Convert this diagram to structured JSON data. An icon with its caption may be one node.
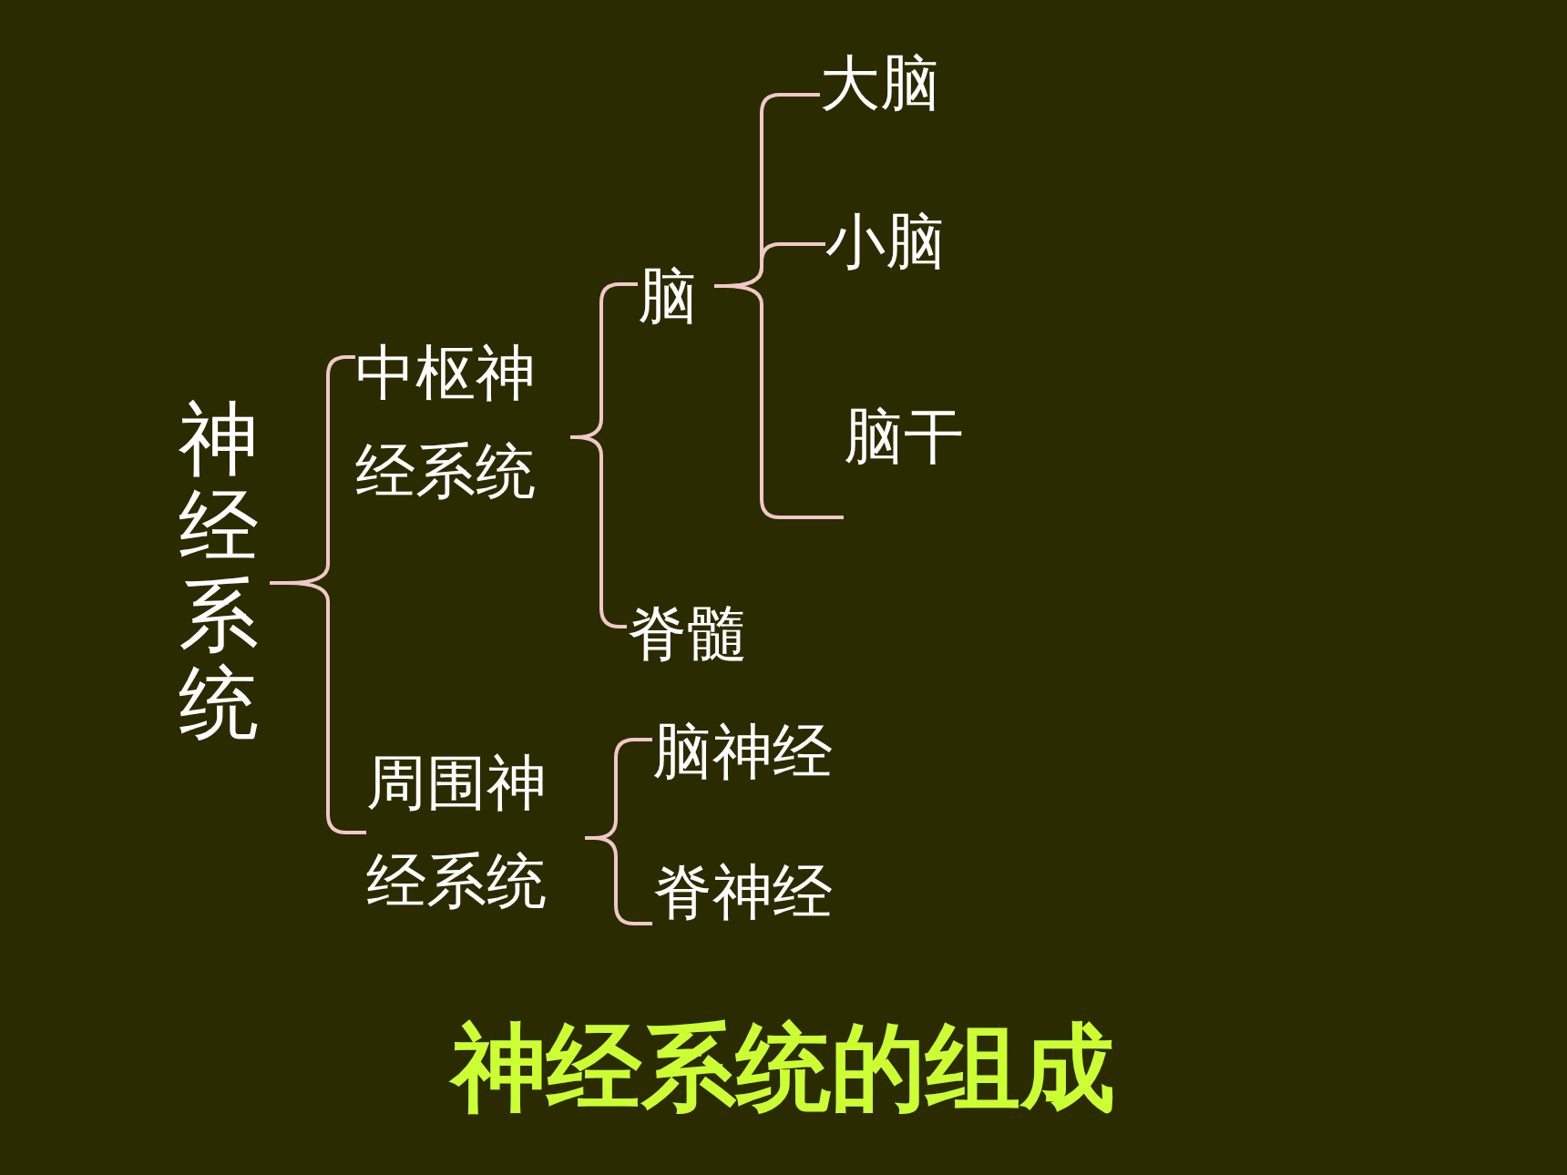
{
  "diagram": {
    "title": "神经系统的组成",
    "nodes": [
      {
        "text": [
          "神经系统"
        ]
      },
      {
        "text": [
          "中枢神经系统"
        ]
      },
      {
        "text": [
          "周围神经系统"
        ]
      },
      {
        "text": [
          "脑"
        ]
      },
      {
        "text": [
          "脊髓"
        ]
      },
      {
        "text": [
          "大脑"
        ]
      },
      {
        "text": [
          "小脑"
        ]
      },
      {
        "text": [
          "脑干"
        ]
      },
      {
        "text": [
          "脑神经"
        ]
      },
      {
        "text": [
          "脊神经"
        ]
      }
    ],
    "edges": [
      {
        "from": 0,
        "to": 1,
        "arrow": "none"
      },
      {
        "from": 0,
        "to": 2,
        "arrow": "none"
      },
      {
        "from": 1,
        "to": 3,
        "arrow": "none"
      },
      {
        "from": 1,
        "to": 4,
        "arrow": "none"
      },
      {
        "from": 3,
        "to": 5,
        "arrow": "none"
      },
      {
        "from": 3,
        "to": 6,
        "arrow": "none"
      },
      {
        "from": 3,
        "to": 7,
        "arrow": "none"
      },
      {
        "from": 2,
        "to": 8,
        "arrow": "none"
      },
      {
        "from": 2,
        "to": 9,
        "arrow": "none"
      }
    ]
  }
}
